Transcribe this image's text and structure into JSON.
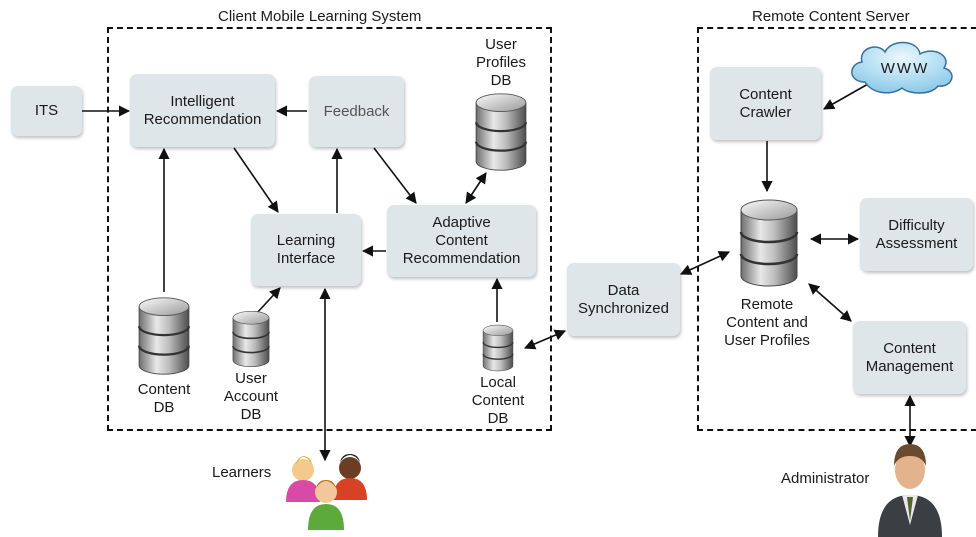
{
  "regions": {
    "client": "Client Mobile Learning System",
    "server": "Remote Content Server"
  },
  "boxes": {
    "its": "ITS",
    "intelligent": "Intelligent\nRecommendation",
    "feedback": "Feedback",
    "learning_interface": "Learning\nInterface",
    "adaptive": "Adaptive\nContent\nRecommendation",
    "data_sync": "Data\nSynchronized",
    "content_crawler": "Content\nCrawler",
    "difficulty": "Difficulty\nAssessment",
    "content_mgmt": "Content\nManagement"
  },
  "databases": {
    "user_profiles": "User\nProfiles\nDB",
    "content": "Content\nDB",
    "user_account": "User\nAccount\nDB",
    "local_content": "Local\nContent\nDB",
    "remote": "Remote\nContent and\nUser Profiles"
  },
  "cloud": "WWW",
  "actors": {
    "learners": "Learners",
    "administrator": "Administrator"
  },
  "colors": {
    "box_fill": "#dfe6ea",
    "region_border": "#111111",
    "cloud_fill": "#bfe3f4"
  }
}
